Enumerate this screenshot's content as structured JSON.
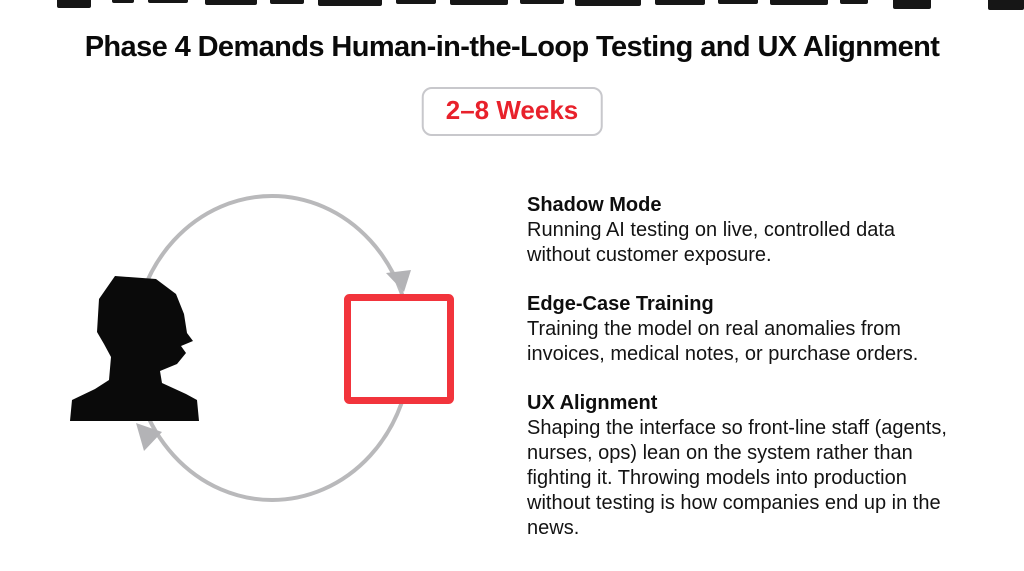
{
  "slide": {
    "title": "Phase 4 Demands Human-in-the-Loop Testing and UX Alignment",
    "duration_badge": "2–8 Weeks"
  },
  "sections": [
    {
      "heading": "Shadow Mode",
      "body": "Running AI testing on live, controlled data\nwithout customer exposure."
    },
    {
      "heading": "Edge-Case Training",
      "body": "Training the model on real anomalies from\ninvoices, medical notes, or purchase orders."
    },
    {
      "heading": "UX Alignment",
      "body": "Shaping the interface so front-line staff (agents,\nnurses, ops) lean on the system rather than\nfighting it. Throwing models into production\nwithout testing is how companies end up in the\nnews."
    }
  ],
  "colors": {
    "accent_red": "#e8212b",
    "square_red": "#f2343c",
    "arrow_gray": "#b9b9bb",
    "badge_border": "#c8c8cc",
    "text": "#131313"
  }
}
